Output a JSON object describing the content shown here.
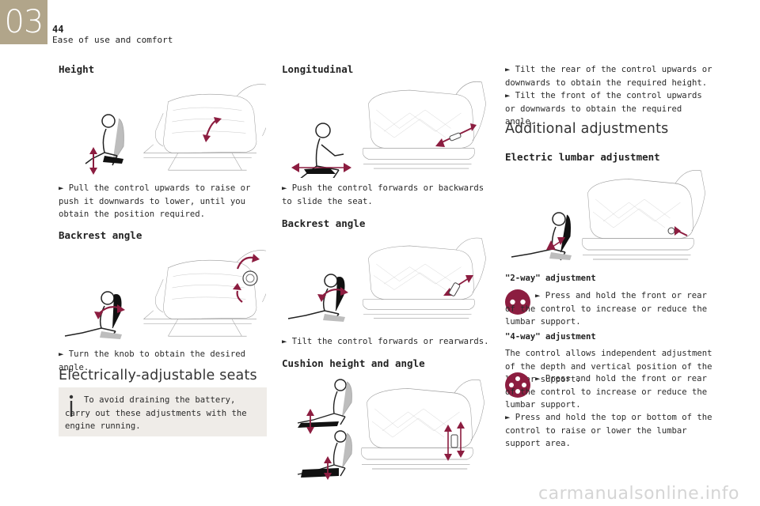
{
  "header": {
    "chapter": "03",
    "page_number": "44",
    "section": "Ease of use and comfort"
  },
  "col1": {
    "height_title": "Height",
    "height_text": "► Pull the control upwards to raise or push it downwards to lower, until you obtain the position required.",
    "backrest_title": "Backrest angle",
    "backrest_text": "► Turn the knob to obtain the desired angle.",
    "electric_title": "Electrically-adjustable seats",
    "info_text": "To avoid draining the battery, carry out these adjustments with the engine running."
  },
  "col2": {
    "longitudinal_title": "Longitudinal",
    "longitudinal_text": "► Push the control forwards or backwards to slide the seat.",
    "backrest_title": "Backrest angle",
    "backrest_text": "► Tilt the control forwards or rearwards.",
    "cushion_title": "Cushion height and angle"
  },
  "col3": {
    "tilt_rear_text": "► Tilt the rear of the control upwards or downwards to obtain the required height.",
    "tilt_front_text": "► Tilt the front of the control upwards or downwards to obtain the required angle.",
    "additional_title": "Additional adjustments",
    "lumbar_title": "Electric lumbar adjustment",
    "two_way_title": "\"2-way\" adjustment",
    "two_way_text": "► Press and hold the front or rear of the control to increase or reduce the lumbar support.",
    "four_way_title": "\"4-way\" adjustment",
    "four_way_intro": "The control allows independent adjustment of the depth and vertical position of the lumbar support.",
    "four_way_text1": "► Press and hold the front or rear of the control to increase or reduce the lumbar support.",
    "four_way_text2": "► Press and hold the top or bottom of the control to raise or lower the lumbar support area."
  },
  "watermark": "carmanualsonline.info",
  "colors": {
    "accent": "#8c1d40",
    "tab": "#b1a58a",
    "info_bg": "#efece8",
    "line": "#9a9a9a"
  }
}
